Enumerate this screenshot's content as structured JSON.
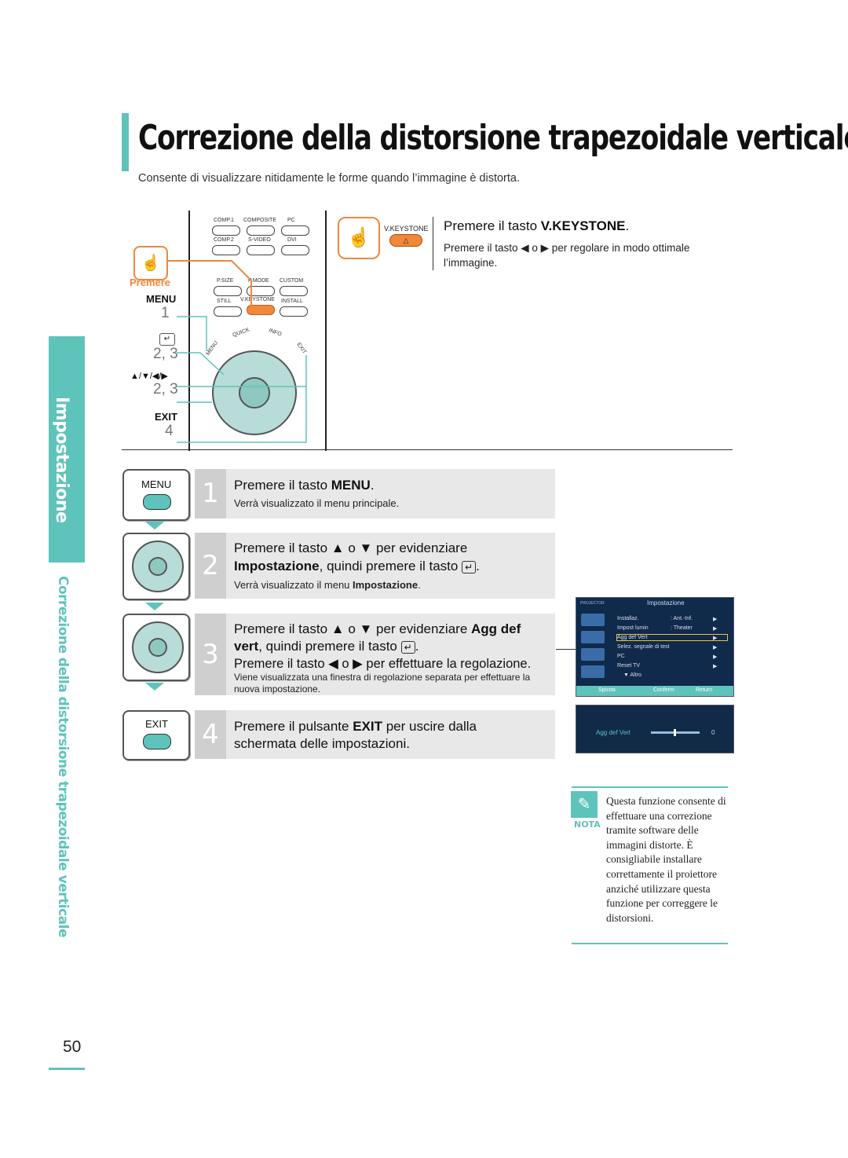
{
  "title": "Correzione della distorsione trapezoidale verticale",
  "subtitle": "Consente di visualizzare nitidamente le forme quando l’immagine è distorta.",
  "side": {
    "section": "Impostazione",
    "subsection": "Correzione della distorsione trapezoidale verticale"
  },
  "remote": {
    "premere": "Premere",
    "menu": "MENU",
    "step1": "1",
    "step23a": "2, 3",
    "arrows": "▲/▼/◀/▶",
    "step23b": "2, 3",
    "exit": "EXIT",
    "step4": "4",
    "buttons": [
      "COMP.1",
      "COMPOSITE",
      "PC",
      "COMP.2",
      "S-VIDEO",
      "DVI",
      "P.SIZE",
      "P.MODE",
      "CUSTOM",
      "STILL",
      "V.KEYSTONE",
      "INSTALL"
    ],
    "quick": "QUICK",
    "info": "INFO",
    "menu_small": "MENU",
    "exit_small": "EXIT"
  },
  "vkeystone": {
    "label": "V.KEYSTONE",
    "head_pre": "Premere il tasto ",
    "head_key": "V.KEYSTONE",
    "head_post": ".",
    "desc": "Premere il tasto ◀ o ▶ per regolare in modo ottimale l’immagine."
  },
  "steps": [
    {
      "num": "1",
      "icon_label": "MENU",
      "head_pre": "Premere il tasto ",
      "head_key": "MENU",
      "head_post": ".",
      "sub": "Verrà visualizzato il menu principale."
    },
    {
      "num": "2",
      "line1": "Premere il tasto ▲ o ▼ per evidenziare",
      "line2_key": "Impostazione",
      "line2_post": ", quindi premere il tasto",
      "sub_pre": "Verrà visualizzato il menu ",
      "sub_key": "Impostazione",
      "sub_post": "."
    },
    {
      "num": "3",
      "line1_pre": "Premere il tasto ▲ o ▼ per evidenziare ",
      "line1_key": "Agg def",
      "line2_key": "vert",
      "line2_post": ", quindi premere il tasto",
      "line3": "Premere il tasto ◀ o ▶ per effettuare la regolazione.",
      "sub": "Viene visualizzata una finestra di regolazione separata per effettuare la nuova impostazione."
    },
    {
      "num": "4",
      "icon_label": "EXIT",
      "line1_pre": "Premere il pulsante ",
      "line1_key": "EXIT",
      "line1_post": " per uscire dalla",
      "line2": "schermata delle impostazioni."
    }
  ],
  "osd": {
    "brand": "PROJECTOR",
    "title": "Impostazione",
    "rows": [
      {
        "label": "Installaz.",
        "value": ": Ant.-Inf.",
        "arrow": "▶"
      },
      {
        "label": "Impost lumin",
        "value": ": Theater",
        "arrow": "▶"
      },
      {
        "label": "Agg def Vert",
        "value": "",
        "arrow": "▶"
      },
      {
        "label": "Selez. segnale di test",
        "value": "",
        "arrow": "▶"
      },
      {
        "label": "PC",
        "value": "",
        "arrow": "▶"
      },
      {
        "label": "Reset TV",
        "value": "",
        "arrow": "▶"
      },
      {
        "label": "▼ Altro",
        "value": "",
        "arrow": ""
      }
    ],
    "footer": [
      "Sposta",
      "Conferm",
      "Return"
    ],
    "adjust_label": "Agg def Vert",
    "adjust_value": "0"
  },
  "note": {
    "label": "NOTA",
    "text": "Questa funzione consente di effettuare una correzione tramite software delle immagini distorte. È consigliabile installare correttamente il proiettore anziché utilizzare questa funzione per correggere le distorsioni."
  },
  "page_number": "50",
  "colors": {
    "accent": "#5ec4bb",
    "orange": "#f0883a",
    "step_bg": "#e8e8e8"
  }
}
